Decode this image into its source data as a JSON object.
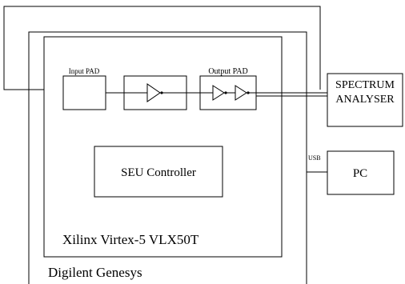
{
  "board": {
    "label": "Digilent Genesys"
  },
  "fpga": {
    "label": "Xilinx Virtex-5 VLX50T"
  },
  "input_pad": {
    "label": "Input PAD"
  },
  "output_pad": {
    "label": "Output PAD"
  },
  "seu_controller": {
    "label": "SEU Controller"
  },
  "spectrum_analyser": {
    "line1": "SPECTRUM",
    "line2": "ANALYSER"
  },
  "usb": {
    "label": "USB"
  },
  "pc": {
    "label": "PC"
  }
}
